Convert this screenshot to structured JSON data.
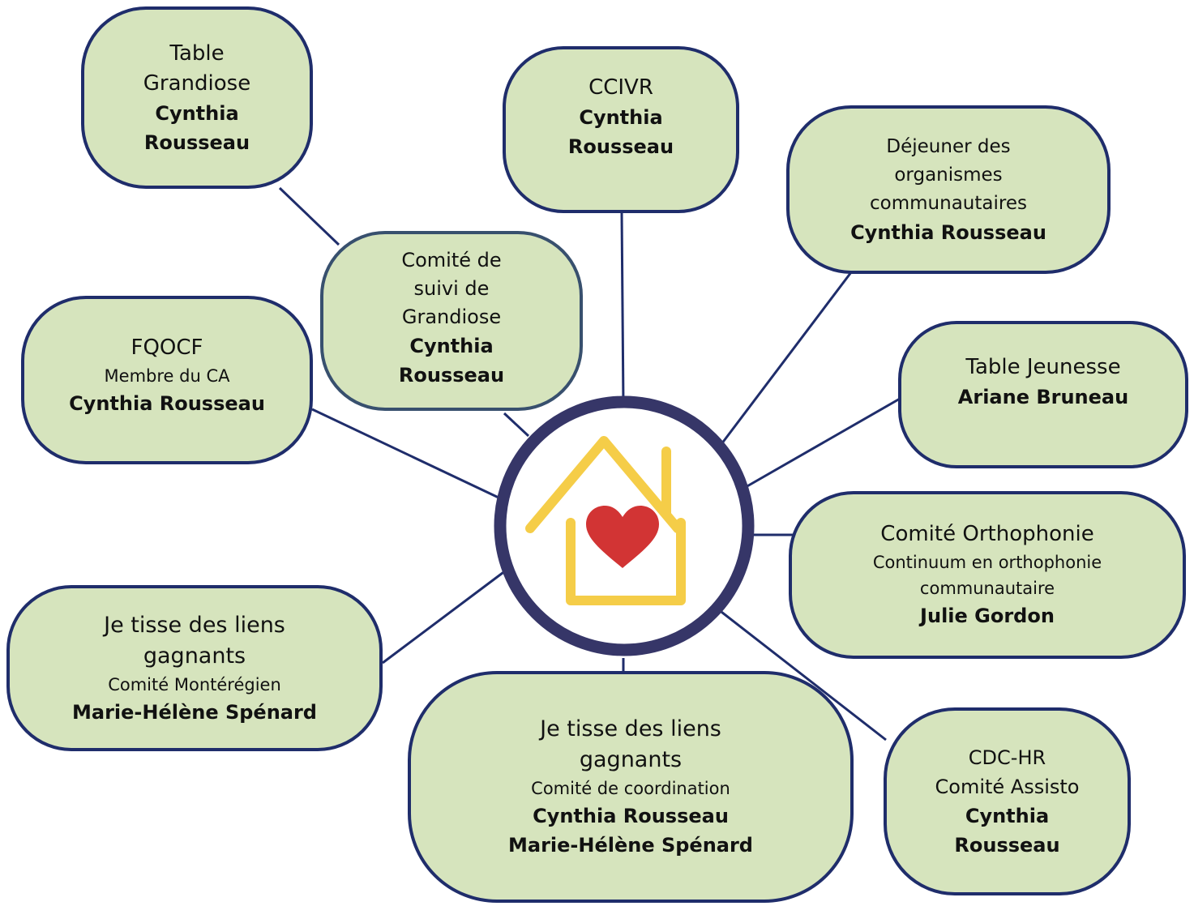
{
  "colors": {
    "node_fill": "#d6e4bd",
    "node_border": "#1f2d6b",
    "connector": "#1f2d6b",
    "hub_ring": "#363668",
    "house": "#f5cd48",
    "heart": "#d23434"
  },
  "hub": {
    "icon": "house-heart-icon"
  },
  "nodes": {
    "table_grandiose": {
      "title": [
        "Table",
        "Grandiose"
      ],
      "person": [
        "Cynthia",
        "Rousseau"
      ]
    },
    "ccivr": {
      "title": "CCIVR",
      "person": [
        "Cynthia",
        "Rousseau"
      ]
    },
    "dejeuner": {
      "title": [
        "Déjeuner des",
        "organismes",
        "communautaires"
      ],
      "person": "Cynthia Rousseau"
    },
    "comite_suivi": {
      "title": [
        "Comité de",
        "suivi de",
        "Grandiose"
      ],
      "person": [
        "Cynthia",
        "Rousseau"
      ]
    },
    "fqocf": {
      "title": "FQOCF",
      "subtitle": "Membre du CA",
      "person": "Cynthia Rousseau"
    },
    "table_jeunesse": {
      "title": "Table Jeunesse",
      "person": "Ariane Bruneau"
    },
    "orthophonie": {
      "title": "Comité Orthophonie",
      "subtitle": [
        "Continuum en orthophonie",
        "communautaire"
      ],
      "person": "Julie Gordon"
    },
    "liens_monteregien": {
      "title": [
        "Je tisse des liens",
        "gagnants"
      ],
      "subtitle": "Comité Montérégien",
      "person": "Marie-Hélène Spénard"
    },
    "liens_coordination": {
      "title": [
        "Je tisse des liens",
        "gagnants"
      ],
      "subtitle": "Comité de coordination",
      "person": [
        "Cynthia Rousseau",
        "Marie-Hélène Spénard"
      ]
    },
    "cdc_hr": {
      "title": [
        "CDC-HR",
        "Comité Assisto"
      ],
      "person": [
        "Cynthia",
        "Rousseau"
      ]
    }
  }
}
